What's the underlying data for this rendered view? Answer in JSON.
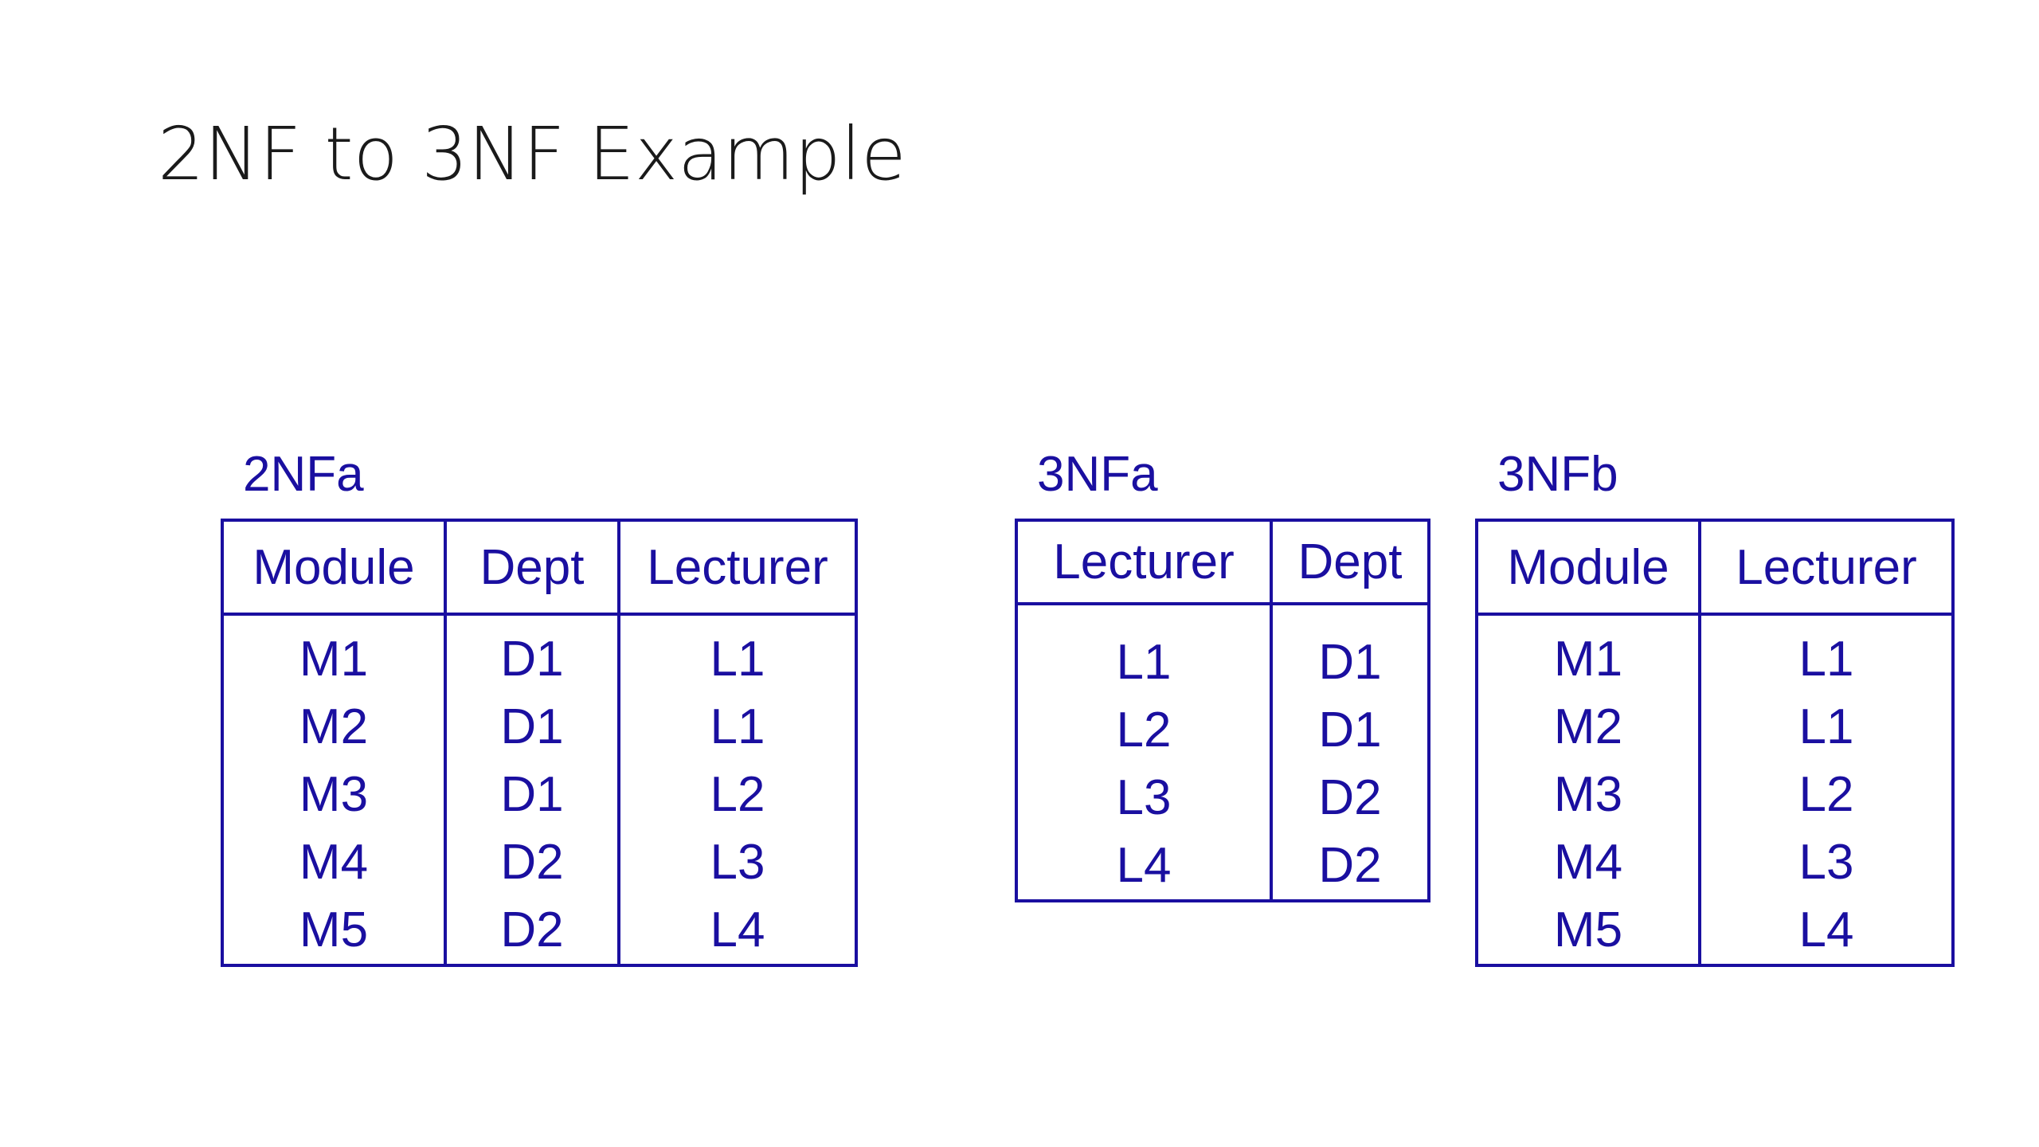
{
  "title": "2NF to 3NF Example",
  "color": "#1a0fa0",
  "tables": [
    {
      "name": "2NFa",
      "columns": [
        "Module",
        "Dept",
        "Lecturer"
      ],
      "rows": [
        [
          "M1",
          "D1",
          "L1"
        ],
        [
          "M2",
          "D1",
          "L1"
        ],
        [
          "M3",
          "D1",
          "L2"
        ],
        [
          "M4",
          "D2",
          "L3"
        ],
        [
          "M5",
          "D2",
          "L4"
        ]
      ]
    },
    {
      "name": "3NFa",
      "columns": [
        "Lecturer",
        "Dept"
      ],
      "rows": [
        [
          "L1",
          "D1"
        ],
        [
          "L2",
          "D1"
        ],
        [
          "L3",
          "D2"
        ],
        [
          "L4",
          "D2"
        ]
      ]
    },
    {
      "name": "3NFb",
      "columns": [
        "Module",
        "Lecturer"
      ],
      "rows": [
        [
          "M1",
          "L1"
        ],
        [
          "M2",
          "L1"
        ],
        [
          "M3",
          "L2"
        ],
        [
          "M4",
          "L3"
        ],
        [
          "M5",
          "L4"
        ]
      ]
    }
  ]
}
